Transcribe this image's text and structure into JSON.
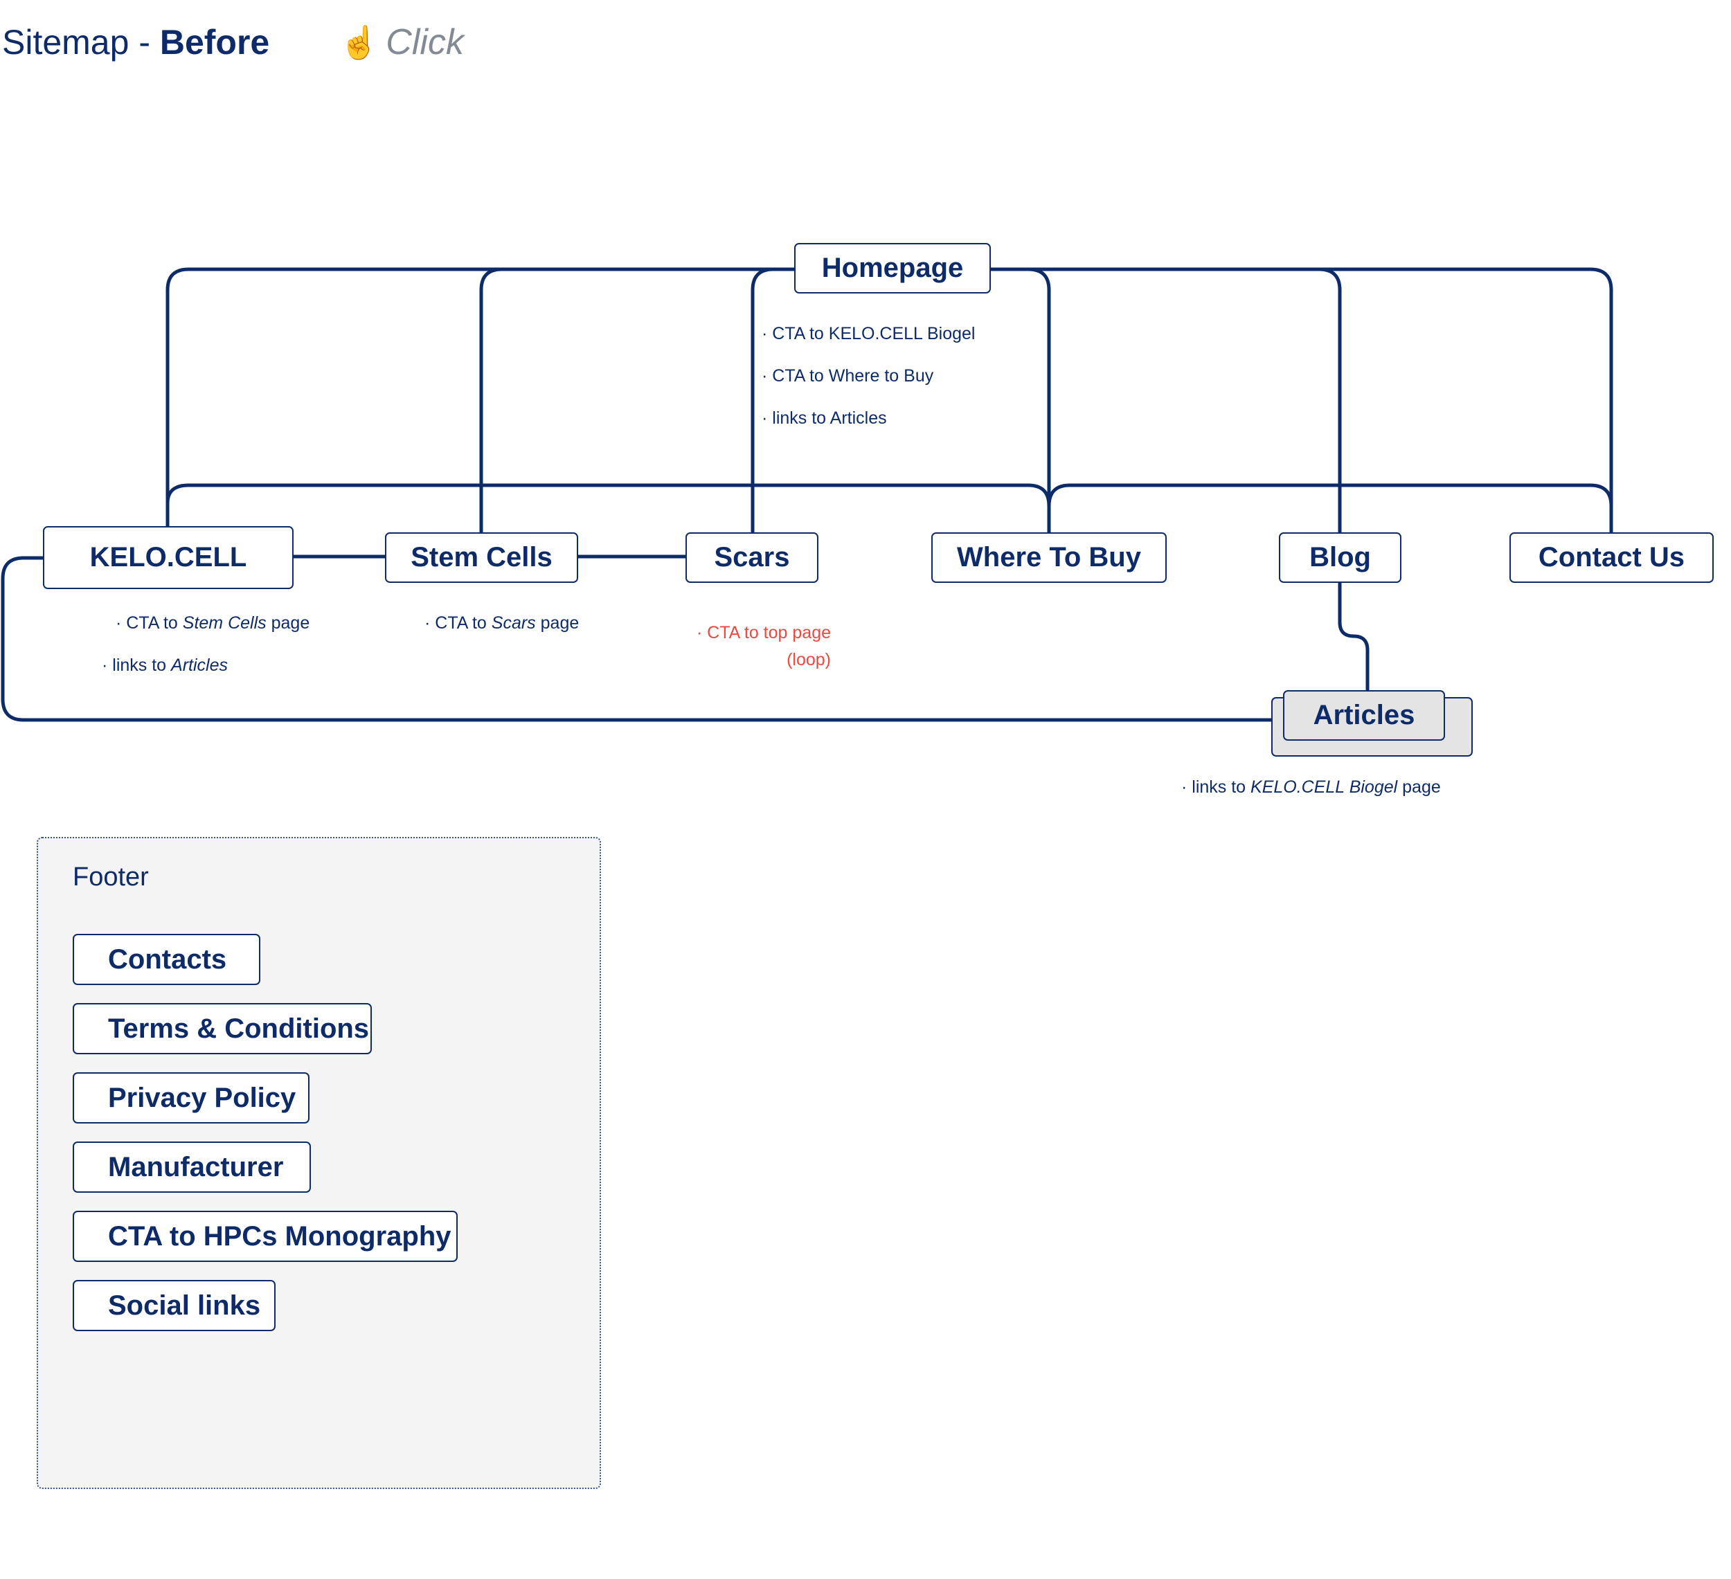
{
  "header": {
    "title_prefix": "Sitemap - ",
    "title_bold": "Before",
    "click_label": "Click",
    "click_icon": "pointing-hand-icon"
  },
  "colors": {
    "navy": "#0e2b69",
    "loop_red": "#f0473f",
    "panel_gray": "#f4f4f4",
    "card_gray": "#e4e4e4",
    "hint_gray": "#848a94"
  },
  "nodes": {
    "homepage": "Homepage",
    "kelocell": "KELO.CELL",
    "stem_cells": "Stem Cells",
    "scars": "Scars",
    "where_to_buy": "Where To Buy",
    "blog": "Blog",
    "contact_us": "Contact  Us",
    "articles": "Articles"
  },
  "notes": {
    "homepage": [
      "· CTA to KELO.CELL Biogel",
      "· CTA to Where to Buy",
      "· links to Articles"
    ],
    "kelocell": [
      {
        "prefix": "· CTA to ",
        "em": "Stem Cells",
        "suffix": " page"
      },
      {
        "prefix": "· links to ",
        "em": "Articles",
        "suffix": ""
      }
    ],
    "stem_cells": {
      "prefix": "· CTA to ",
      "em": "Scars",
      "suffix": " page"
    },
    "scars_loop": [
      "· CTA to top page",
      "(loop)"
    ],
    "articles": {
      "prefix": "· links to ",
      "em": "KELO.CELL Biogel",
      "suffix": " page"
    }
  },
  "footer": {
    "label": "Footer",
    "items": [
      "Contacts",
      "Terms & Conditions",
      "Privacy Policy",
      "Manufacturer",
      "CTA to HPCs Monography",
      "Social links"
    ]
  }
}
